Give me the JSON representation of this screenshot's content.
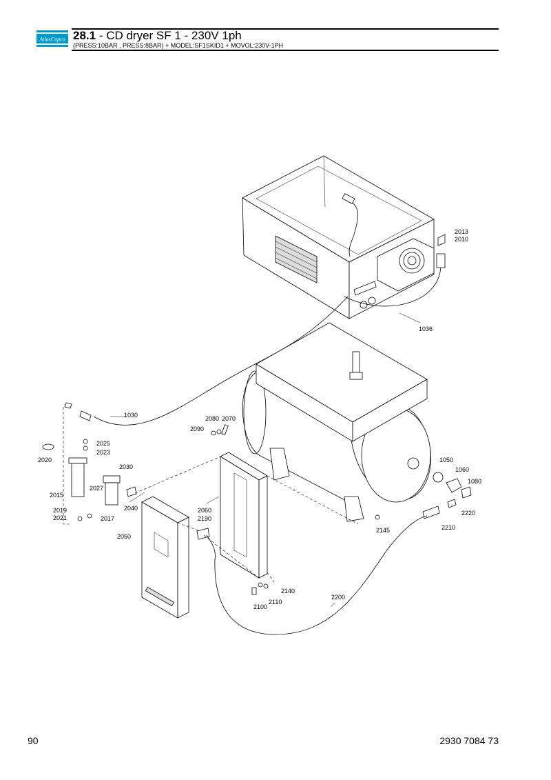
{
  "brand": {
    "logo_text": "AtlasCopco",
    "logo_color": "#0099cc"
  },
  "header": {
    "section": "28.1",
    "title": " - CD dryer SF 1 - 230V 1ph",
    "subtitle": "(PRESS:10BAR , PRESS:8BAR) + MODEL:SF1SKID1 + MOVOL:230V-1PH"
  },
  "callouts": {
    "c2013": "2013",
    "c2010": "2010",
    "c1036": "1036",
    "c1030": "1030",
    "c2080": "2080",
    "c2070": "2070",
    "c2090": "2090",
    "c2025": "2025",
    "c2023": "2023",
    "c2020": "2020",
    "c2030": "2030",
    "c2015": "2015",
    "c2027": "2027",
    "c2040": "2040",
    "c2019": "2019",
    "c2021": "2021",
    "c2017": "2017",
    "c2050": "2050",
    "c2060": "2060",
    "c2190": "2190",
    "c1050": "1050",
    "c1060": "1060",
    "c1080": "1080",
    "c2220": "2220",
    "c2145": "2145",
    "c2210": "2210",
    "c2140": "2140",
    "c2110": "2110",
    "c2100": "2100",
    "c2200": "2200"
  },
  "footer": {
    "page_number": "90",
    "doc_number": "2930 7084 73"
  }
}
